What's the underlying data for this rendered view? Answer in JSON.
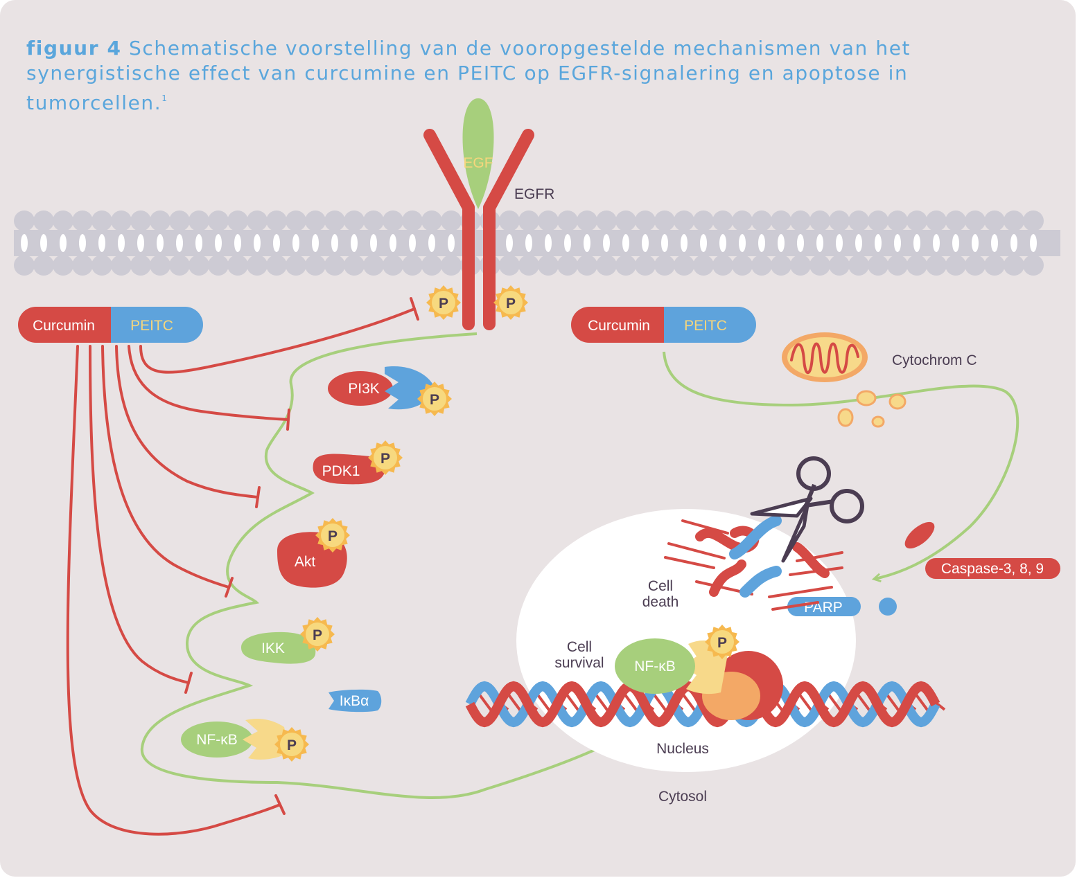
{
  "caption": {
    "figure_label": "figuur 4",
    "text": "Schematische voorstelling van de vooropgestelde mechanismen van het synergistische effect van curcumine en PEITC op EGFR-signalering en apoptose in tumorcellen.",
    "reference": "1"
  },
  "labels": {
    "egf": "EGF",
    "egfr": "EGFR",
    "curcumin_left": "Curcumin",
    "peitc_left": "PEITC",
    "curcumin_right": "Curcumin",
    "peitc_right": "PEITC",
    "pi3k": "PI3K",
    "pdk1": "PDK1",
    "akt": "Akt",
    "ikk": "IKK",
    "ikba": "IκBα",
    "nfkb_cytosol": "NF-κB",
    "nfkb_nucleus": "NF-κB",
    "phospho": "P",
    "cytochrom_c": "Cytochrom C",
    "caspase": "Caspase-3, 8, 9",
    "parp": "PARP",
    "cell_death_1": "Cell",
    "cell_death_2": "death",
    "cell_survival_1": "Cell",
    "cell_survival_2": "survival",
    "nucleus": "Nucleus",
    "cytosol": "Cytosol"
  },
  "colors": {
    "background": "#e9e3e4",
    "caption": "#5aa6dc",
    "red": "#d54a45",
    "blue": "#5ea3dc",
    "green": "#a7cf7c",
    "yellow": "#f6d67c",
    "orange": "#f3a866",
    "membrane": "#cdcbd4",
    "text": "#4b3d52"
  }
}
